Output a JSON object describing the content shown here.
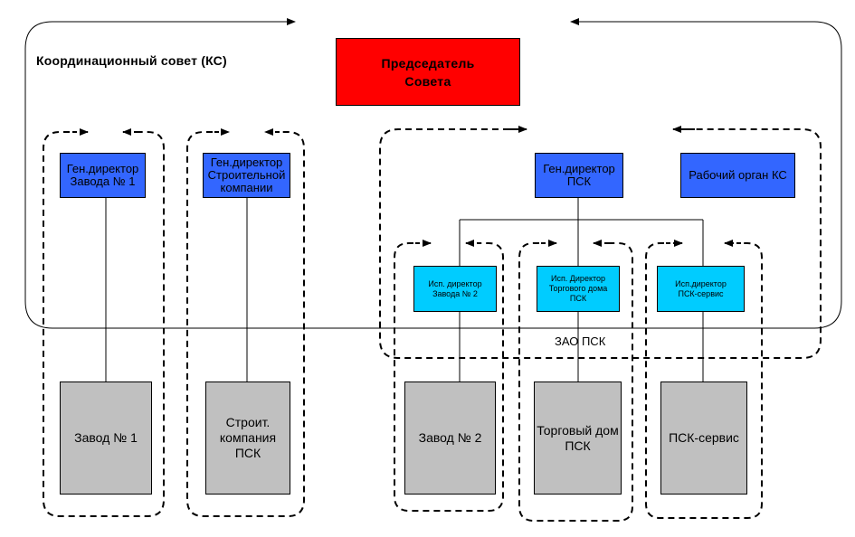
{
  "council": {
    "title": "Координационный совет  (КС)"
  },
  "chairman": {
    "lines": [
      "Председатель",
      "Совета"
    ]
  },
  "gen_directors": {
    "plant1": {
      "lines": [
        "Ген.директор",
        "Завода № 1"
      ]
    },
    "construction": {
      "lines": [
        "Ген.директор",
        "Строительной",
        "компании"
      ]
    },
    "psk": {
      "lines": [
        "Ген.директор",
        "ПСК"
      ]
    }
  },
  "working_body": {
    "label": "Рабочий орган КС"
  },
  "exec_directors": {
    "plant2": {
      "lines": [
        "Исп. директор",
        "Завода № 2"
      ]
    },
    "trade_house": {
      "lines": [
        "Исп. Директор",
        "Торгового дома",
        "ПСК"
      ]
    },
    "psk_service": {
      "lines": [
        "Исп.директор",
        "ПСК-сервис"
      ]
    }
  },
  "zao": {
    "label": "ЗАО ПСК"
  },
  "units": {
    "plant1": {
      "lines": [
        "Завод № 1"
      ]
    },
    "construction": {
      "lines": [
        "Строит.",
        "компания",
        "ПСК"
      ]
    },
    "plant2": {
      "lines": [
        "Завод № 2"
      ]
    },
    "trade_house": {
      "lines": [
        "Торговый дом",
        "ПСК"
      ]
    },
    "psk_service": {
      "lines": [
        "ПСК-сервис"
      ]
    }
  },
  "colors": {
    "chairman": "#ff0000",
    "gen_director": "#3366ff",
    "exec_director": "#00ccff",
    "unit": "#c0c0c0"
  }
}
